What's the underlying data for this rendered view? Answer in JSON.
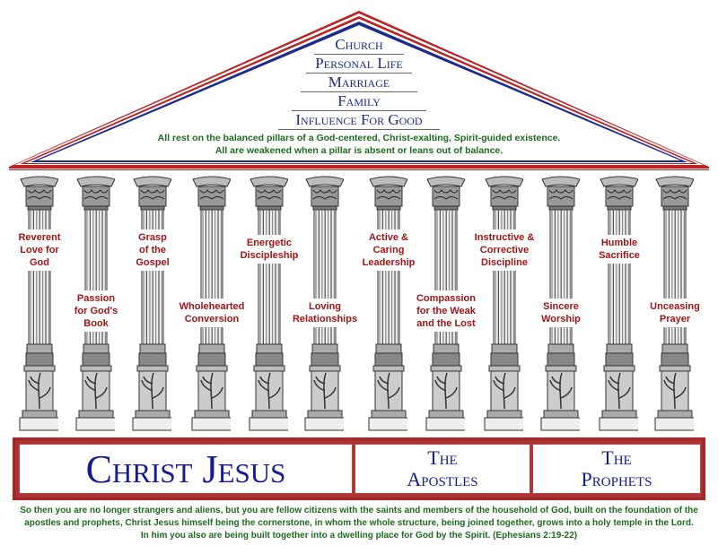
{
  "roof": {
    "items": [
      "Church",
      "Personal Life",
      "Marriage",
      "Family",
      "Influence For Good"
    ],
    "line1": "All rest on the balanced pillars of a God-centered, Christ-exalting, Spirit-guided existence.",
    "line2": "All are weakened when a pillar is absent or leans out of balance."
  },
  "pillars": [
    {
      "label": [
        "Reverent",
        "Love for",
        "God"
      ],
      "pos": "high"
    },
    {
      "label": [
        "Passion",
        "for God's",
        "Book"
      ],
      "pos": "low"
    },
    {
      "label": [
        "Grasp",
        "of the",
        "Gospel"
      ],
      "pos": "high"
    },
    {
      "label": [
        "Wholehearted",
        "Conversion"
      ],
      "pos": "low"
    },
    {
      "label": [
        "Energetic",
        "Discipleship"
      ],
      "pos": "high"
    },
    {
      "label": [
        "Loving",
        "Relationships"
      ],
      "pos": "low"
    },
    {
      "label": [
        "Active &",
        "Caring",
        "Leadership"
      ],
      "pos": "high"
    },
    {
      "label": [
        "Compassion",
        "for the Weak",
        "and the Lost"
      ],
      "pos": "low"
    },
    {
      "label": [
        "Instructive &",
        "Corrective",
        "Discipline"
      ],
      "pos": "high"
    },
    {
      "label": [
        "Sincere",
        "Worship"
      ],
      "pos": "low"
    },
    {
      "label": [
        "Humble",
        "Sacrifice"
      ],
      "pos": "high"
    },
    {
      "label": [
        "Unceasing",
        "Prayer"
      ],
      "pos": "low"
    }
  ],
  "foundation": {
    "cornerstone": "Christ Jesus",
    "apostles": [
      "The",
      "Apostles"
    ],
    "prophets": [
      "The",
      "Prophets"
    ]
  },
  "verse": [
    "So then you are no longer strangers and aliens, but you are fellow citizens with the saints and members of the household of God, built on the foundation of the",
    "apostles and prophets, Christ Jesus himself being the cornerstone, in whom the whole structure, being joined together, grows into a holy temple in the Lord.",
    "In him you also are being built together into a dwelling place for God by the Spirit.  (Ephesians 2:19-22)"
  ],
  "colors": {
    "blue": "#1c2a8c",
    "red": "#a01616",
    "green": "#1d6b1d"
  }
}
